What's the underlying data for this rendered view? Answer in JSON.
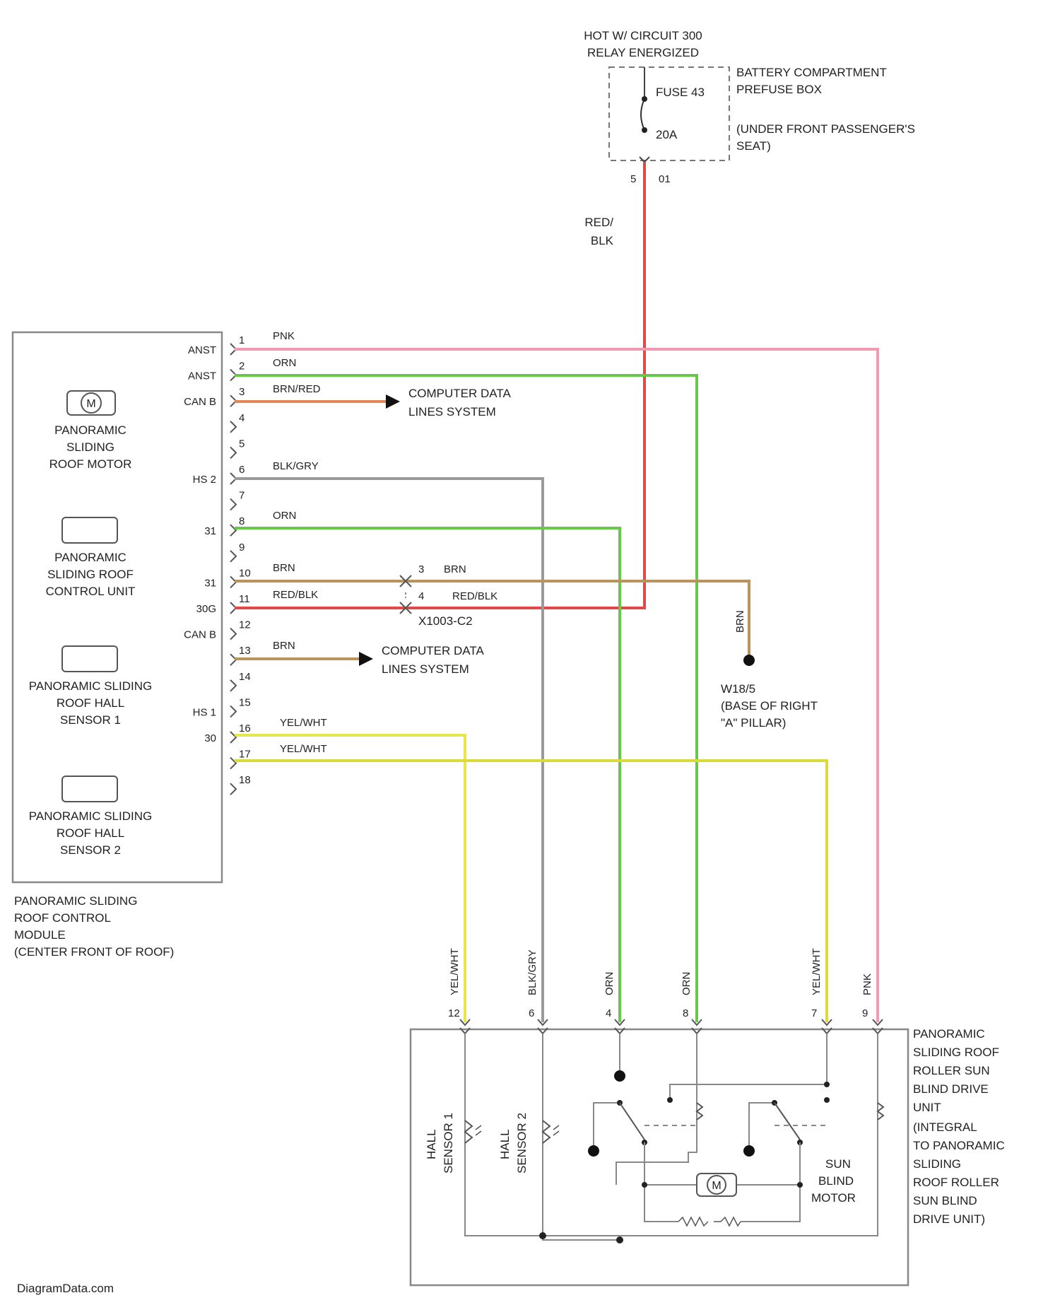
{
  "colors": {
    "pnk": "#f29ab2",
    "orn": "#67c84a",
    "brn_red": "#e0885a",
    "blk_gry": "#9a9a9a",
    "brn": "#b8945a",
    "red_blk": "#e24848",
    "yel_wht": "#e7e74a",
    "yel_wht2": "#dada3a"
  },
  "power": {
    "hot_line1": "HOT W/ CIRCUIT 300",
    "hot_line2": "RELAY ENERGIZED",
    "fuse_label": "FUSE 43",
    "fuse_rating": "20A",
    "box_line1": "BATTERY COMPARTMENT",
    "box_line2": "PREFUSE BOX",
    "box_line3": "(UNDER FRONT PASSENGER'S",
    "box_line4": "SEAT)",
    "pin_left": "5",
    "pin_right": "01",
    "wire_color1": "RED/",
    "wire_color2": "BLK"
  },
  "module": {
    "title_line1": "PANORAMIC SLIDING",
    "title_line2": "ROOF CONTROL",
    "title_line3": "MODULE",
    "title_line4": "(CENTER FRONT OF ROOF)",
    "components": [
      {
        "line1": "PANORAMIC",
        "line2": "SLIDING",
        "line3": "ROOF MOTOR"
      },
      {
        "line1": "PANORAMIC",
        "line2": "SLIDING ROOF",
        "line3": "CONTROL UNIT"
      },
      {
        "line1": "PANORAMIC SLIDING",
        "line2": "ROOF HALL",
        "line3": "SENSOR 1"
      },
      {
        "line1": "PANORAMIC SLIDING",
        "line2": "ROOF HALL",
        "line3": "SENSOR 2"
      }
    ],
    "motor_symbol": "M"
  },
  "connector_pins": [
    {
      "pin": "1",
      "signal": "ANST",
      "wire": "PNK"
    },
    {
      "pin": "2",
      "signal": "ANST",
      "wire": "ORN"
    },
    {
      "pin": "3",
      "signal": "CAN B",
      "wire": "BRN/RED"
    },
    {
      "pin": "4",
      "signal": "",
      "wire": ""
    },
    {
      "pin": "5",
      "signal": "",
      "wire": ""
    },
    {
      "pin": "6",
      "signal": "HS 2",
      "wire": "BLK/GRY"
    },
    {
      "pin": "7",
      "signal": "",
      "wire": ""
    },
    {
      "pin": "8",
      "signal": "31",
      "wire": "ORN"
    },
    {
      "pin": "9",
      "signal": "",
      "wire": ""
    },
    {
      "pin": "10",
      "signal": "31",
      "wire": "BRN"
    },
    {
      "pin": "11",
      "signal": "30G",
      "wire": "RED/BLK"
    },
    {
      "pin": "12",
      "signal": "CAN B",
      "wire": "BRN"
    },
    {
      "pin": "13",
      "signal": "",
      "wire": ""
    },
    {
      "pin": "14",
      "signal": "",
      "wire": ""
    },
    {
      "pin": "15",
      "signal": "HS 1",
      "wire": "YEL/WHT"
    },
    {
      "pin": "16",
      "signal": "30",
      "wire": "YEL/WHT"
    },
    {
      "pin": "17",
      "signal": "",
      "wire": ""
    },
    {
      "pin": "18",
      "signal": "",
      "wire": ""
    }
  ],
  "data_lines": {
    "line1": "COMPUTER DATA",
    "line2": "LINES SYSTEM"
  },
  "inline_connector": {
    "name": "X1003-C2",
    "pin_a": "3",
    "wire_a": "BRN",
    "pin_b": "4",
    "wire_b": "RED/BLK"
  },
  "ground": {
    "wire": "BRN",
    "name": "W18/5",
    "line1": "(BASE OF RIGHT",
    "line2": "\"A\" PILLAR)"
  },
  "drive_unit": {
    "line1": "PANORAMIC",
    "line2": "SLIDING ROOF",
    "line3": "ROLLER SUN",
    "line4": "BLIND DRIVE",
    "line5": "UNIT",
    "line6": "(INTEGRAL",
    "line7": "TO PANORAMIC",
    "line8": "SLIDING",
    "line9": "ROOF ROLLER",
    "line10": "SUN BLIND",
    "line11": "DRIVE UNIT)",
    "motor_line1": "SUN",
    "motor_line2": "BLIND",
    "motor_line3": "MOTOR",
    "hall1_line1": "HALL",
    "hall1_line2": "SENSOR 1",
    "hall2_line1": "HALL",
    "hall2_line2": "SENSOR 2",
    "motor_symbol": "M",
    "pins": [
      {
        "pin": "12",
        "wire": "YEL/WHT"
      },
      {
        "pin": "6",
        "wire": "BLK/GRY"
      },
      {
        "pin": "4",
        "wire": "ORN"
      },
      {
        "pin": "8",
        "wire": "ORN"
      },
      {
        "pin": "7",
        "wire": "YEL/WHT"
      },
      {
        "pin": "9",
        "wire": "PNK"
      }
    ]
  },
  "watermark": "DiagramData.com"
}
